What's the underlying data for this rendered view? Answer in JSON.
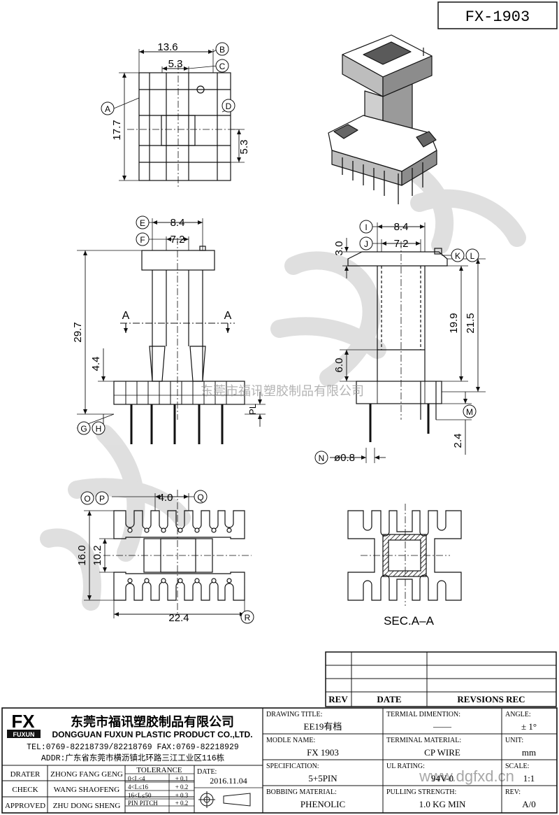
{
  "drawing_number": "FX-1903",
  "top_view": {
    "dim_width": "13.6",
    "dim_inner": "5.3",
    "dim_height": "17.7",
    "dim_side": "5.3",
    "callouts": [
      "B",
      "C",
      "A",
      "D"
    ]
  },
  "front_view": {
    "dim_top_outer": "8.4",
    "dim_top_inner": "7.2",
    "dim_height": "29.7",
    "dim_base": "4.4",
    "dim_pl": "PL",
    "section_mark": "A",
    "callouts": [
      "E",
      "F",
      "G",
      "H"
    ]
  },
  "side_view": {
    "dim_top_outer": "8.4",
    "dim_top_inner": "7.2",
    "dim_flange": "3.0",
    "dim_window": "19.9",
    "dim_total": "21.5",
    "dim_base": "6.0",
    "dim_pin": "2.4",
    "dim_pin_dia": "ø0.8",
    "callouts": [
      "I",
      "J",
      "K",
      "L",
      "M",
      "N"
    ]
  },
  "bottom_view": {
    "dim_pitch": "4.0",
    "dim_height": "16.0",
    "dim_inner": "10.2",
    "dim_width": "22.4",
    "callouts": [
      "O",
      "P",
      "Q",
      "R"
    ]
  },
  "section_label": "SEC.A–A",
  "watermark_text": "东莞市福讯塑胶制品有限公司",
  "watermark_url": "www.dgfxd.cn",
  "revision_table": {
    "headers": [
      "REV",
      "DATE",
      "REVSIONS REC"
    ]
  },
  "company": {
    "logo_letters": "FX",
    "logo_sub": "FUXUN",
    "name_cn": "东莞市福讯塑胶制品有限公司",
    "name_en": "DONGGUAN FUXUN PLASTIC PRODUCT CO.,LTD.",
    "tel": "TEL:0769-82218739/82218769 FAX:0769-82218929",
    "addr": "ADDR:广东省东莞市横沥镇北环路三江工业区116栋"
  },
  "signoff": [
    {
      "role": "DRATER",
      "name": "ZHONG FANG GENG"
    },
    {
      "role": "CHECK",
      "name": "WANG SHAOFENG"
    },
    {
      "role": "APPROVED",
      "name": "ZHU DONG SHENG"
    }
  ],
  "tolerance": {
    "title": "TOLERANCE",
    "rows": [
      {
        "range": "0<L≤4",
        "value": "+ 0.1"
      },
      {
        "range": "4<L≤16",
        "value": "+ 0.2"
      },
      {
        "range": "16<L≤50",
        "value": "+ 0.3"
      },
      {
        "range": "PIN PITCH",
        "value": "+ 0.2"
      }
    ]
  },
  "date_label": "DATE:",
  "date_value": "2016.11.04",
  "fields": {
    "drawing_title_label": "DRAWING TITLE:",
    "drawing_title": "EE19有档",
    "terminal_dimention_label": "TERMIAL DIMENTION:",
    "terminal_dimention": "——",
    "angle_label": "ANGLE:",
    "angle": "± 1°",
    "model_label": "MODLE NAME:",
    "model": "FX 1903",
    "terminal_material_label": "TERMINAL MATERIAL:",
    "terminal_material": "CP WIRE",
    "unit_label": "UNIT:",
    "unit": "mm",
    "spec_label": "SPECIFICATION:",
    "spec": "5+5PIN",
    "ul_label": "UL RATING:",
    "ul": "94V-0",
    "scale_label": "SCALE:",
    "scale": "1:1",
    "bobbin_label": "BOBBING MATERIAL:",
    "bobbin": "PHENOLIC",
    "pulling_label": "PULLING STRENGTH:",
    "pulling": "1.0 KG MIN",
    "rev_label": "REV:",
    "rev": "A/0"
  }
}
